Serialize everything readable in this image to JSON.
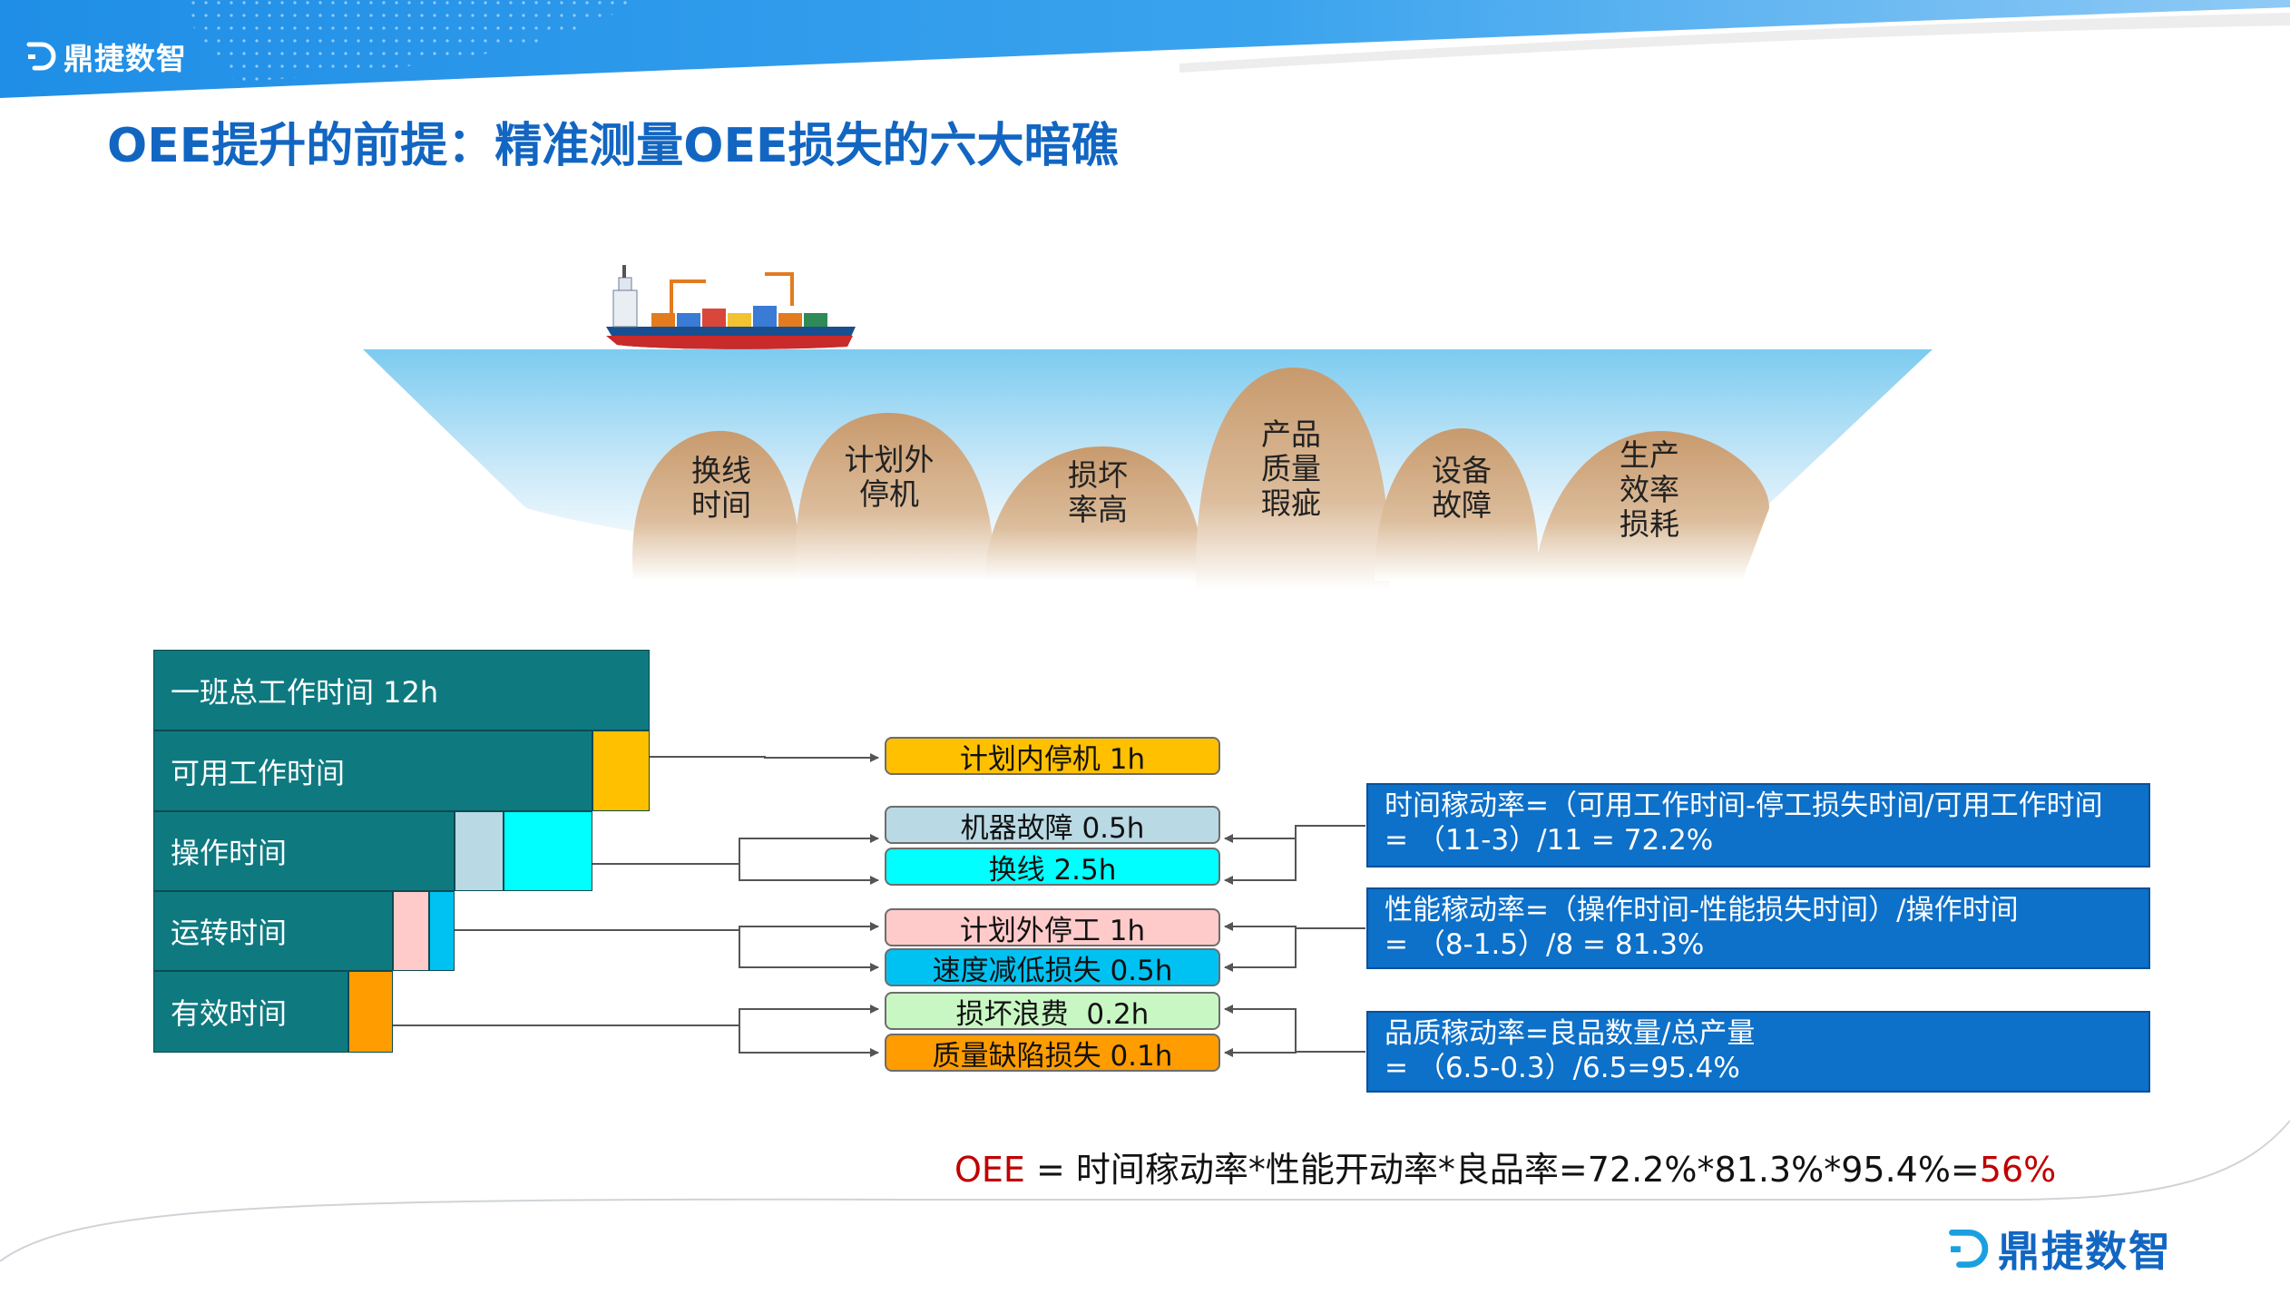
{
  "header": {
    "brand": "鼎捷数智"
  },
  "title": "OEE提升的前提：精准测量OEE损失的六大暗礁",
  "reefs": [
    {
      "label": "换线\n时间"
    },
    {
      "label": "计划外\n停机"
    },
    {
      "label": "损坏\n率高"
    },
    {
      "label": "产品\n质量\n瑕疵"
    },
    {
      "label": "设备\n故障"
    },
    {
      "label": "生产\n效率\n损耗"
    }
  ],
  "time_bars": [
    {
      "label": "一班总工作时间 12h"
    },
    {
      "label": "可用工作时间"
    },
    {
      "label": "操作时间"
    },
    {
      "label": "运转时间"
    },
    {
      "label": "有效时间"
    }
  ],
  "losses": [
    {
      "label": "计划内停机 1h",
      "color": "#ffc000"
    },
    {
      "label": "机器故障 0.5h",
      "color": "#b9d9e4"
    },
    {
      "label": "换线 2.5h",
      "color": "#00ffff"
    },
    {
      "label": "计划外停工 1h",
      "color": "#ffcaca"
    },
    {
      "label": "速度减低损失 0.5h",
      "color": "#00c2f2"
    },
    {
      "label": "损坏浪费  0.2h",
      "color": "#c9f7c4"
    },
    {
      "label": "质量缺陷损失 0.1h",
      "color": "#ff9c00"
    }
  ],
  "rates": [
    {
      "line1": "时间稼动率=（可用工作时间-停工损失时间/可用工作时间",
      "line2": "=  （11-3）/11 = 72.2%"
    },
    {
      "line1": "性能稼动率=（操作时间-性能损失时间）/操作时间",
      "line2": "=  （8-1.5）/8 = 81.3%"
    },
    {
      "line1": "品质稼动率=良品数量/总产量",
      "line2": "=  （6.5-0.3）/6.5=95.4%"
    }
  ],
  "formula": {
    "oee": "OEE",
    "body": " = 时间稼动率*性能开动率*良品率=72.2%*81.3%*95.4%=",
    "result": "56%"
  },
  "footer": {
    "brand": "鼎捷数智"
  },
  "colors": {
    "teal": "#0e7a80",
    "accent_blue": "#1266c2",
    "rate_box": "#0d70c9",
    "red": "#c00000"
  }
}
